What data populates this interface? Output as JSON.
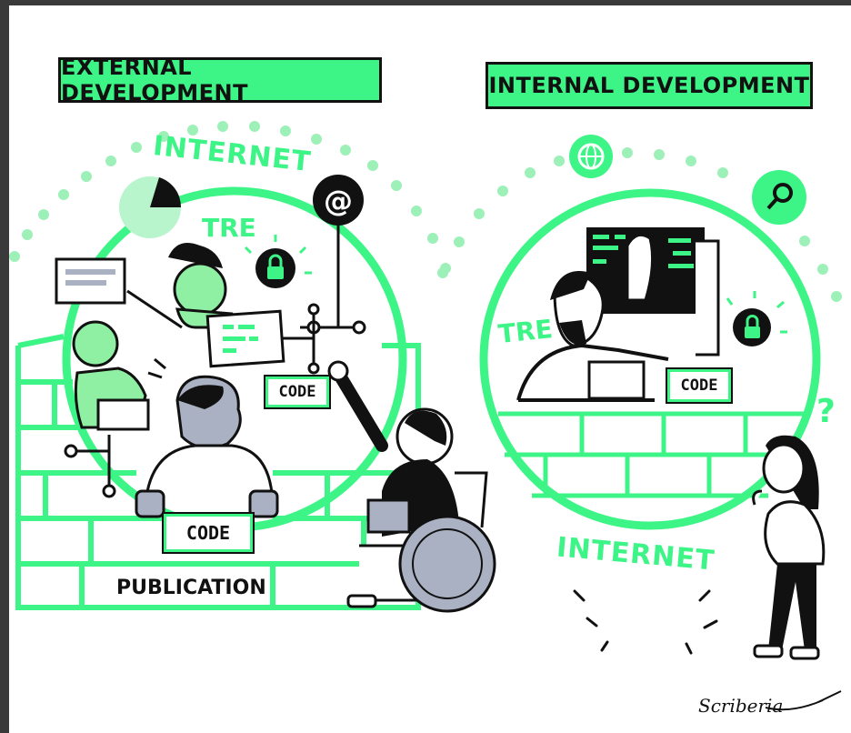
{
  "left": {
    "title": "EXTERNAL DEVELOPMENT",
    "internet_label": "INTERNET",
    "tre_label": "TRE",
    "code_inner": "CODE",
    "code_outer": "CODE",
    "publication_label": "PUBLICATION"
  },
  "right": {
    "title": "INTERNAL DEVELOPMENT",
    "tre_label": "TRE",
    "code_label": "CODE",
    "internet_label": "INTERNET",
    "question_mark": "?"
  },
  "signature": "Scriberia",
  "colors": {
    "accent": "#3df586",
    "ink": "#111111",
    "gray": "#a9b1c2",
    "skin_green": "#8ff0a4"
  },
  "icons": [
    "pie-chart-icon",
    "at-sign-icon",
    "lock-icon",
    "globe-icon",
    "search-icon",
    "laptop-icon",
    "monitor-icon",
    "wheelchair-icon"
  ]
}
